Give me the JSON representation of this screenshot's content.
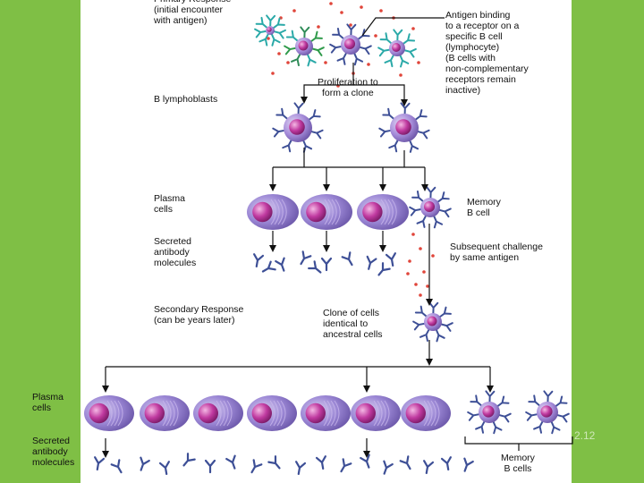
{
  "labels": {
    "primary_response": "Primary Response\n(initial encounter\nwith antigen)",
    "antigen_binding": "Antigen binding\nto a receptor on a\nspecific B cell\n(lymphocyte)\n(B cells with\nnon-complementary\nreceptors remain\ninactive)",
    "proliferation": "Proliferation to\nform a clone",
    "b_lymphoblasts": "B lymphoblasts",
    "plasma_cells_top": "Plasma\ncells",
    "memory_b_cell": "Memory\nB cell",
    "secreted_antibody_top": "Secreted\nantibody\nmolecules",
    "subsequent_challenge": "Subsequent challenge\nby same antigen",
    "secondary_response": "Secondary Response\n(can be years later)",
    "clone_identical": "Clone of cells\nidentical to\nancestral cells",
    "plasma_cells_bottom": "Plasma\ncells",
    "secreted_antibody_bottom": "Secreted\nantibody\nmolecules",
    "memory_b_cells": "Memory\nB cells",
    "page_number": "2.12"
  },
  "colors": {
    "background": "#7fbf45",
    "panel": "#ffffff",
    "plasma_cell": "#9a86d4",
    "nucleus": "#c03aa0",
    "antibody": "#3d4f96",
    "antigen_dot": "#e0453a",
    "receptor_teal": "#2aa9a8",
    "receptor_green": "#2f9a4a"
  }
}
